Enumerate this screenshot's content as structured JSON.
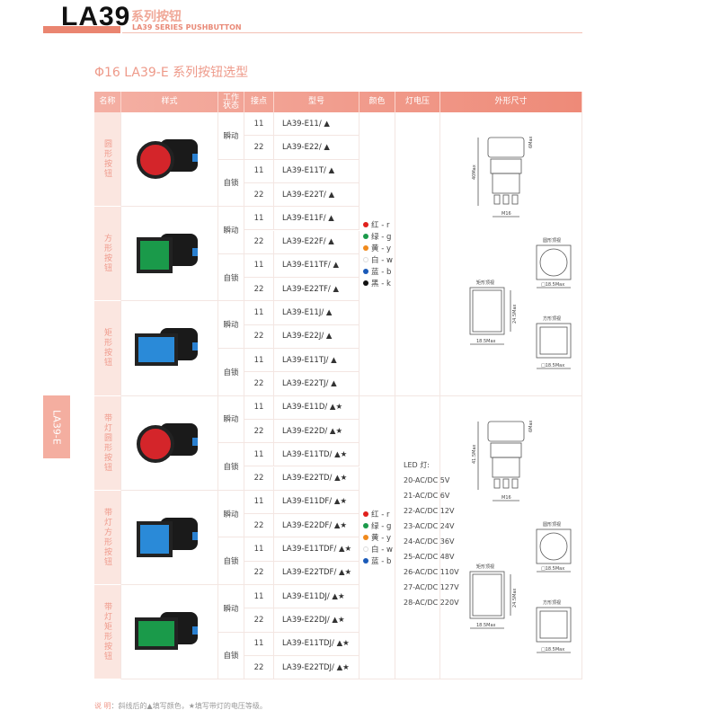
{
  "header": {
    "logo": "LA39",
    "series_cn": "系列按钮",
    "series_en": "LA39 SERIES PUSHBUTTON",
    "subtitle": "Φ16 LA39-E 系列按钮选型",
    "side_tab": "LA39-E"
  },
  "columns": [
    "名称",
    "样式",
    "工作\n状态",
    "接点",
    "型号",
    "颜色",
    "灯电压",
    "外形尺寸"
  ],
  "groups": [
    {
      "name": "圆形按钮",
      "shape": "round",
      "color": "#d4252a",
      "modes": [
        "瞬动",
        "自锁"
      ],
      "contacts": [
        "11",
        "22",
        "11",
        "22"
      ],
      "models": [
        "LA39-E11/ ▲",
        "LA39-E22/ ▲",
        "LA39-E11T/ ▲",
        "LA39-E22T/ ▲"
      ]
    },
    {
      "name": "方形按钮",
      "shape": "square",
      "color": "#1a9a4a",
      "modes": [
        "瞬动",
        "自锁"
      ],
      "contacts": [
        "11",
        "22",
        "11",
        "22"
      ],
      "models": [
        "LA39-E11F/ ▲",
        "LA39-E22F/ ▲",
        "LA39-E11TF/ ▲",
        "LA39-E22TF/ ▲"
      ]
    },
    {
      "name": "矩形按钮",
      "shape": "rect",
      "color": "#2a8ad8",
      "modes": [
        "瞬动",
        "自锁"
      ],
      "contacts": [
        "11",
        "22",
        "11",
        "22"
      ],
      "models": [
        "LA39-E11J/ ▲",
        "LA39-E22J/ ▲",
        "LA39-E11TJ/ ▲",
        "LA39-E22TJ/ ▲"
      ]
    },
    {
      "name": "带灯圆形按钮",
      "shape": "round",
      "color": "#d4252a",
      "modes": [
        "瞬动",
        "自锁"
      ],
      "contacts": [
        "11",
        "22",
        "11",
        "22"
      ],
      "models": [
        "LA39-E11D/ ▲★",
        "LA39-E22D/ ▲★",
        "LA39-E11TD/ ▲★",
        "LA39-E22TD/ ▲★"
      ]
    },
    {
      "name": "带灯方形按钮",
      "shape": "square",
      "color": "#2a8ad8",
      "modes": [
        "瞬动",
        "自锁"
      ],
      "contacts": [
        "11",
        "22",
        "11",
        "22"
      ],
      "models": [
        "LA39-E11DF/ ▲★",
        "LA39-E22DF/ ▲★",
        "LA39-E11TDF/ ▲★",
        "LA39-E22TDF/ ▲★"
      ]
    },
    {
      "name": "带灯矩形按钮",
      "shape": "rect",
      "color": "#1a9a4a",
      "modes": [
        "瞬动",
        "自锁"
      ],
      "contacts": [
        "11",
        "22",
        "11",
        "22"
      ],
      "models": [
        "LA39-E11DJ/ ▲★",
        "LA39-E22DJ/ ▲★",
        "LA39-E11TDJ/ ▲★",
        "LA39-E22TDJ/ ▲★"
      ]
    }
  ],
  "colors_a": [
    {
      "label": "红 - r",
      "hex": "#e0201c"
    },
    {
      "label": "绿 - g",
      "hex": "#1a9a4a"
    },
    {
      "label": "黄 - y",
      "hex": "#f08a1c"
    },
    {
      "label": "白 - w",
      "hex": "#ffffff"
    },
    {
      "label": "蓝 - b",
      "hex": "#1a5ab8"
    },
    {
      "label": "黑 - k",
      "hex": "#111111"
    }
  ],
  "colors_b": [
    {
      "label": "红 - r",
      "hex": "#e0201c"
    },
    {
      "label": "绿 - g",
      "hex": "#1a9a4a"
    },
    {
      "label": "黄 - y",
      "hex": "#f08a1c"
    },
    {
      "label": "白 - w",
      "hex": "#ffffff"
    },
    {
      "label": "蓝 - b",
      "hex": "#1a5ab8"
    }
  ],
  "voltage": {
    "title": "LED 灯:",
    "items": [
      "20-AC/DC 5V",
      "21-AC/DC 6V",
      "22-AC/DC 12V",
      "23-AC/DC 24V",
      "24-AC/DC 36V",
      "25-AC/DC 48V",
      "26-AC/DC 110V",
      "27-AC/DC 127V",
      "28-AC/DC 220V"
    ]
  },
  "diagrams": [
    {
      "height": "40Max",
      "top": "6Max",
      "thread": "M16",
      "round": "圆形顶视",
      "rect": "矩形顶视",
      "square": "方形顶视",
      "w1": "□18.5Max",
      "h": "24.5Max",
      "w2": "18.5Max",
      "w3": "□18.5Max"
    },
    {
      "height": "41.5Max",
      "top": "6Max",
      "thread": "M16",
      "round": "圆形顶视",
      "rect": "矩形顶视",
      "square": "方形顶视",
      "w1": "□18.5Max",
      "h": "24.5Max",
      "w2": "18.5Max",
      "w3": "□18.5Max"
    }
  ],
  "footer": {
    "label": "说 明",
    "text": "：斜线后的▲填写颜色，★填写带灯的电压等级。"
  }
}
